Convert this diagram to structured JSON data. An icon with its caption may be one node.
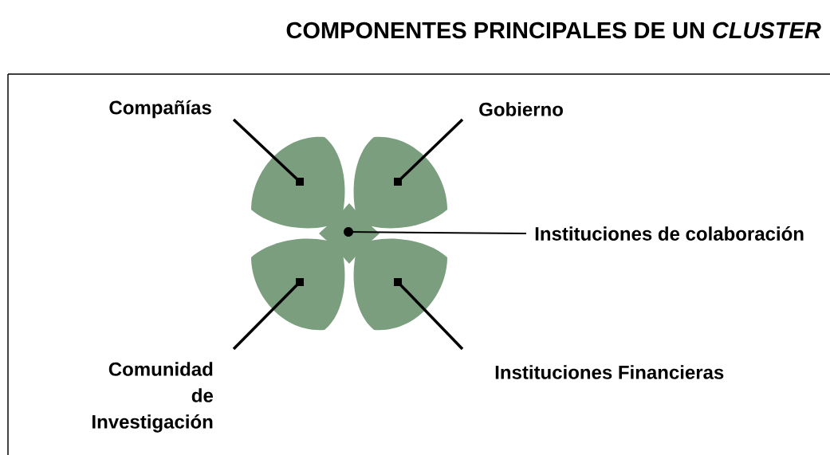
{
  "diagram": {
    "title": "COMPONENTES PRINCIPALES DE UN *CLUSTER*",
    "nodes": [
      {
        "text": [
          "Compañías"
        ]
      },
      {
        "text": [
          "Gobierno"
        ]
      },
      {
        "text": [
          "Instituciones de colaboración"
        ]
      },
      {
        "text": [
          "Comunidad de Investigación"
        ]
      },
      {
        "text": [
          "Instituciones Financieras"
        ]
      },
      {
        "text": [],
        "shape": "leaf"
      },
      {
        "text": [],
        "shape": "leaf"
      },
      {
        "text": [],
        "shape": "leaf"
      },
      {
        "text": [],
        "shape": "leaf"
      },
      {
        "text": [],
        "shape": "diamond"
      }
    ],
    "edges": [
      {
        "from": 0,
        "to": 5,
        "arrow": "none"
      },
      {
        "from": 1,
        "to": 6,
        "arrow": "none"
      },
      {
        "from": 2,
        "to": 9,
        "arrow": "none"
      },
      {
        "from": 3,
        "to": 7,
        "arrow": "none"
      },
      {
        "from": 4,
        "to": 8,
        "arrow": "none"
      }
    ]
  }
}
